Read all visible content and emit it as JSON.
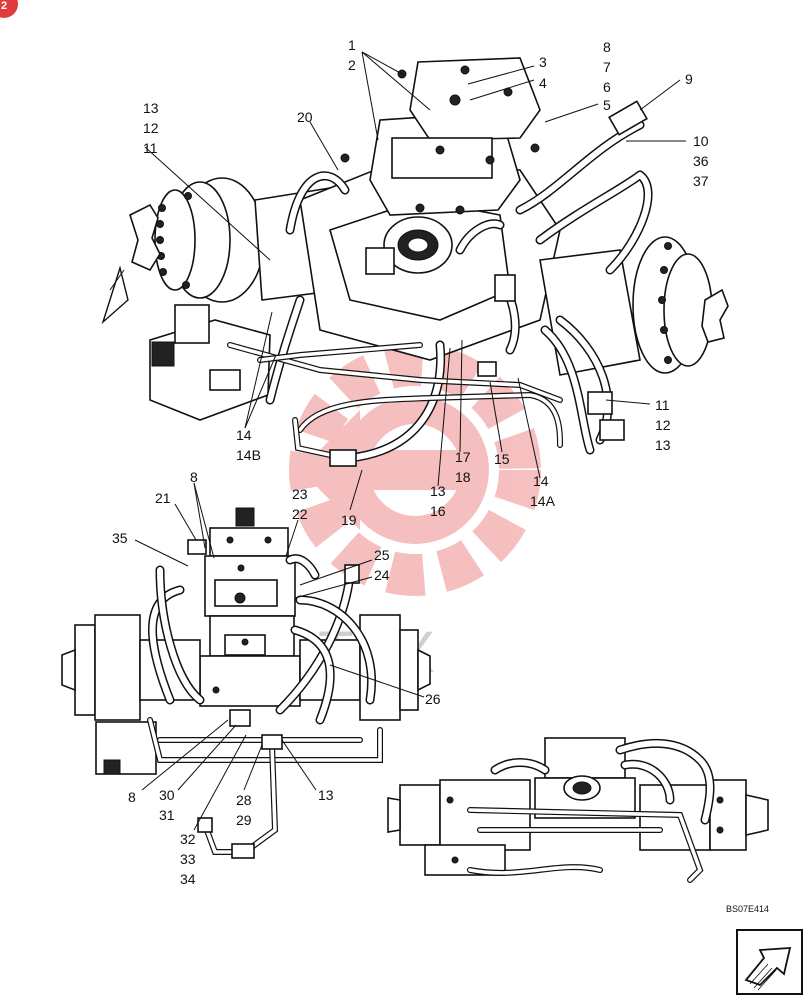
{
  "badge": {
    "text": "2",
    "color": "#e23b3b"
  },
  "watermark": {
    "text": "ITEX",
    "color": "#e84a4a"
  },
  "figure_code": "BS07E414",
  "labels": {
    "l1": "1",
    "l2": "2",
    "l3": "3",
    "l4": "4",
    "l5": "5",
    "l6": "6",
    "l7": "7",
    "l8": "8",
    "l9": "9",
    "l10": "10",
    "l36": "36",
    "l37": "37",
    "l20": "20",
    "l13a": "13",
    "l12a": "12",
    "l11a": "11",
    "l11b": "11",
    "l12b": "12",
    "l13b": "13",
    "l14": "14",
    "l14b": "14B",
    "l17": "17",
    "l18": "18",
    "l15": "15",
    "l13c": "13",
    "l16": "16",
    "l14x": "14",
    "l14a": "14A",
    "l19": "19",
    "l21": "21",
    "l8b": "8",
    "l35": "35",
    "l23": "23",
    "l22": "22",
    "l25": "25",
    "l24": "24",
    "l26": "26",
    "l8c": "8",
    "l30": "30",
    "l31": "31",
    "l28": "28",
    "l29": "29",
    "l13d": "13",
    "l32": "32",
    "l33": "33",
    "l34": "34"
  }
}
